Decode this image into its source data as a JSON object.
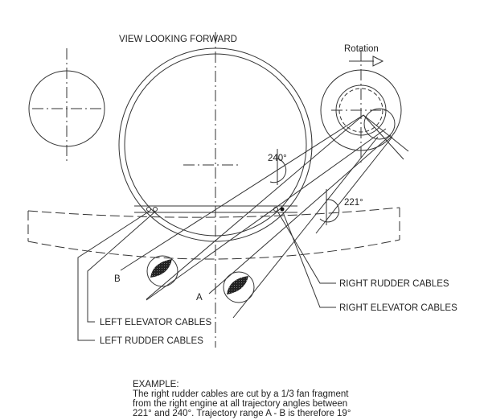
{
  "title": "VIEW LOOKING FORWARD",
  "rotation_label": "Rotation",
  "angles": {
    "a240": "240°",
    "a221": "221°"
  },
  "points": {
    "a": "A",
    "b": "B"
  },
  "callouts": {
    "right_rudder": "RIGHT RUDDER CABLES",
    "right_elevator": "RIGHT ELEVATOR CABLES",
    "left_elevator": "LEFT ELEVATOR CABLES",
    "left_rudder": "LEFT RUDDER CABLES"
  },
  "example": {
    "heading": "EXAMPLE:",
    "lines": [
      "The right rudder cables are cut by a 1/3 fan fragment",
      "from the right engine at all trajectory angles between",
      "221° and 240°. Trajectory range A - B is therefore 19°"
    ]
  }
}
